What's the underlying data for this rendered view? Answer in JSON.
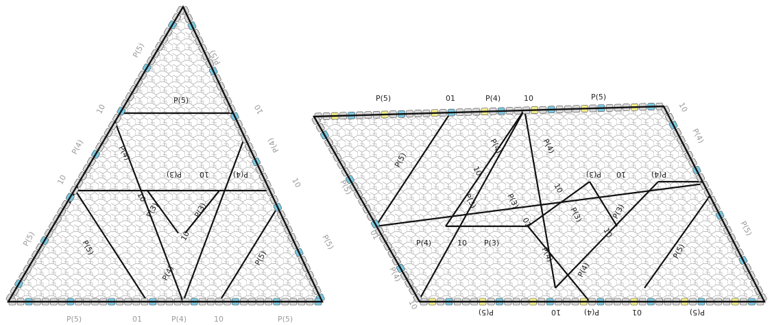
{
  "colors": {
    "background": "#ffffff",
    "tile_stroke": "#9a9a9a",
    "boundary_stroke": "#111111",
    "border_tile_grey": "#d9d9d9",
    "border_tile_blue": "#7cc8e0",
    "border_tile_yellow": "#f2ec8a"
  },
  "triangle": {
    "label_p5": "P(5)",
    "label_p4": "P(4)",
    "label_p3": "P(3)",
    "label_10": "10",
    "label_01": "01"
  },
  "parallelogram": {
    "label_p5": "P(5)",
    "label_p4": "P(4)",
    "label_p3": "P(3)",
    "label_10": "10",
    "label_01": "01"
  }
}
